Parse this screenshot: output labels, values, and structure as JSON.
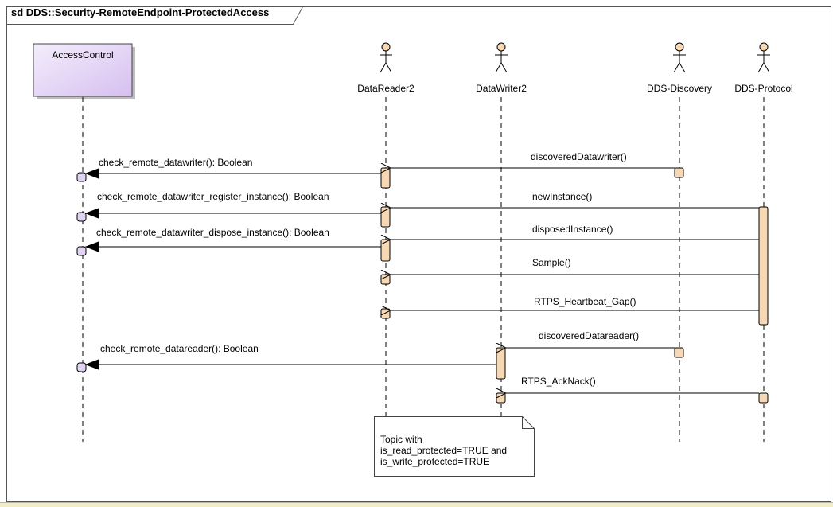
{
  "frame": {
    "title": "sd DDS::Security-RemoteEndpoint-ProtectedAccess"
  },
  "lifelines": {
    "access_control": "AccessControl",
    "datareader2": "DataReader2",
    "datawriter2": "DataWriter2",
    "dds_discovery": "DDS-Discovery",
    "dds_protocol": "DDS-Protocol"
  },
  "messages": {
    "check_remote_datawriter": "check_remote_datawriter(): Boolean",
    "check_register_instance": "check_remote_datawriter_register_instance(): Boolean",
    "check_dispose_instance": "check_remote_datawriter_dispose_instance(): Boolean",
    "check_remote_datareader": "check_remote_datareader(): Boolean",
    "discovered_datawriter": "discoveredDatawriter()",
    "new_instance": "newInstance()",
    "disposed_instance": "disposedInstance()",
    "sample": "Sample()",
    "rtps_heartbeat_gap": "RTPS_Heartbeat_Gap()",
    "discovered_datareader": "discoveredDatareader()",
    "rtps_acknack": "RTPS_AckNack()"
  },
  "note": {
    "line1": "Topic with",
    "line2": "is_read_protected=TRUE and",
    "line3": "is_write_protected=TRUE"
  },
  "colors": {
    "actor_fill": "#f6d8b4",
    "activation_fill": "#f6d8b4",
    "access_control_fill_top": "#f4eefc",
    "access_control_fill_bottom": "#d6bff0",
    "lost_found_fill": "#e0d4f2"
  }
}
